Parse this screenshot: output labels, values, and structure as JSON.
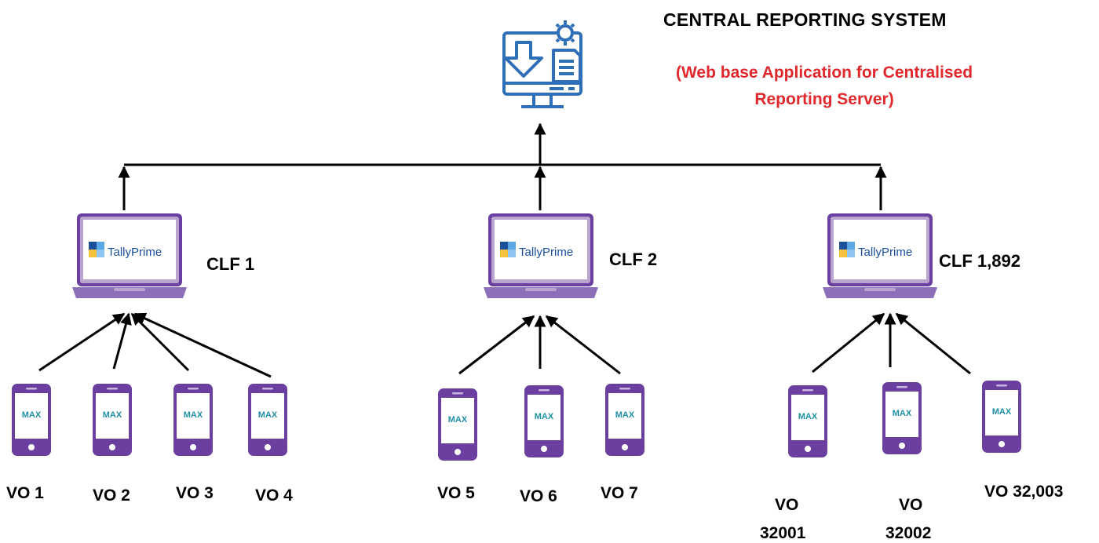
{
  "title": "CENTRAL REPORTING SYSTEM",
  "subtitle_line1": "(Web base Application for Centralised",
  "subtitle_line2": "Reporting Server)",
  "colors": {
    "accent_red": "#e0282d",
    "icon_blue": "#2f6fb8",
    "device_purple": "#6b3fa0",
    "laptop_gray": "#b9a4cf",
    "tally_blue": "#1b4f9c",
    "tally_yellow": "#f6c23e",
    "tally_light": "#5aa9e6"
  },
  "icons": {
    "server": "monitor-download-gear-icon",
    "clf_device": "laptop-icon",
    "vo_device": "smartphone-icon"
  },
  "app_names": {
    "laptop_app": "TallyPrime",
    "phone_app": "MAX"
  },
  "clfs": [
    {
      "label": "CLF 1"
    },
    {
      "label": "CLF 2"
    },
    {
      "label": "CLF 1,892"
    }
  ],
  "vos": [
    {
      "label": "VO 1"
    },
    {
      "label": "VO 2"
    },
    {
      "label": "VO 3"
    },
    {
      "label": "VO 4"
    },
    {
      "label": "VO 5"
    },
    {
      "label": "VO 6"
    },
    {
      "label": "VO 7"
    },
    {
      "label": "VO"
    },
    {
      "label": "VO"
    },
    {
      "label": "VO 32,003"
    }
  ],
  "vo_numbers_partial": [
    {
      "label": "32001"
    },
    {
      "label": "32002"
    }
  ]
}
